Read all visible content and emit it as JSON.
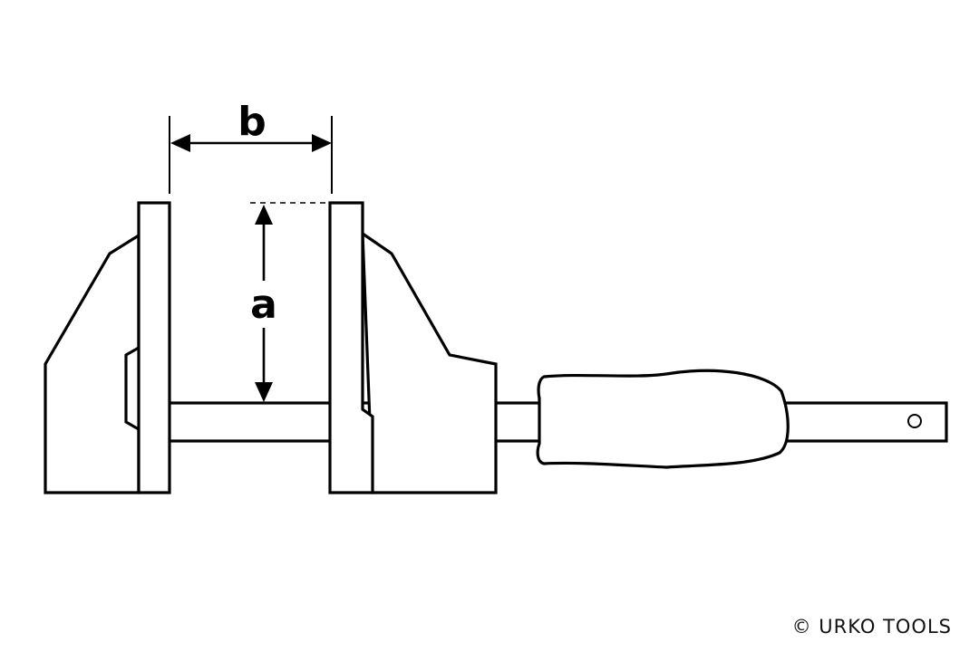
{
  "dimensions": {
    "a_label": "a",
    "b_label": "b"
  },
  "copyright": "© URKO TOOLS",
  "colors": {
    "line": "#000000",
    "background": "#ffffff"
  }
}
